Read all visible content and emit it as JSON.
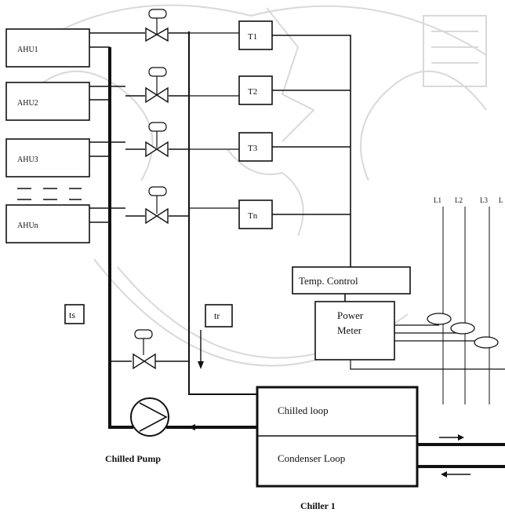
{
  "ahu_units": [
    {
      "label": "AHU1"
    },
    {
      "label": "AHU2"
    },
    {
      "label": "AHU3"
    },
    {
      "label": "AHUn"
    }
  ],
  "thermostats": [
    {
      "label": "T1"
    },
    {
      "label": "T2"
    },
    {
      "label": "T3"
    },
    {
      "label": "Tn"
    }
  ],
  "temp_control": "Temp. Control",
  "power_meter": {
    "line1": "Power",
    "line2": "Meter"
  },
  "phase_lines": [
    "L1",
    "L2",
    "L3",
    "L"
  ],
  "sensors": {
    "supply": "ts",
    "return": "tr"
  },
  "chiller": {
    "chilled_loop": "Chilled loop",
    "condenser_loop": "Condenser Loop",
    "name": "Chiller 1"
  },
  "pump_label": "Chilled Pump"
}
